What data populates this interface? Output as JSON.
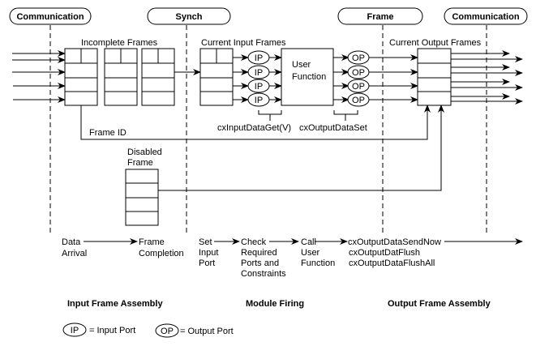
{
  "phases": {
    "communication_left": "Communication",
    "synch": "Synch",
    "frame": "Frame",
    "communication_right": "Communication"
  },
  "labels": {
    "incomplete_frames": "Incomplete Frames",
    "current_input_frames": "Current Input Frames",
    "current_output_frames": "Current Output Frames",
    "user_function": [
      "User",
      "Function"
    ],
    "input_port": "IP",
    "output_port": "OP",
    "cx_input_data_get": "cxInputDataGet(V)",
    "cx_output_data_set": "cxOutputDataSet",
    "frame_id": "Frame ID",
    "disabled_frame": [
      "Disabled",
      "Frame"
    ]
  },
  "flow": {
    "data_arrival": [
      "Data",
      "Arrival"
    ],
    "frame_completion": [
      "Frame",
      "Completion"
    ],
    "set_input_port": [
      "Set",
      "Input",
      "Port"
    ],
    "check_required": [
      "Check",
      "Required",
      "Ports and",
      "Constraints"
    ],
    "call_user_function": [
      "Call",
      "User",
      "Function"
    ],
    "output_calls": [
      "cxOutputDataSendNow",
      "cxOutputDatFlush",
      "cxOutputDataFlushAll"
    ]
  },
  "sections": {
    "input_frame_assembly": "Input Frame Assembly",
    "module_firing": "Module Firing",
    "output_frame_assembly": "Output Frame Assembly"
  },
  "legend": {
    "ip_symbol": "IP",
    "ip_text": "= Input Port",
    "op_symbol": "OP",
    "op_text": "= Output Port"
  }
}
